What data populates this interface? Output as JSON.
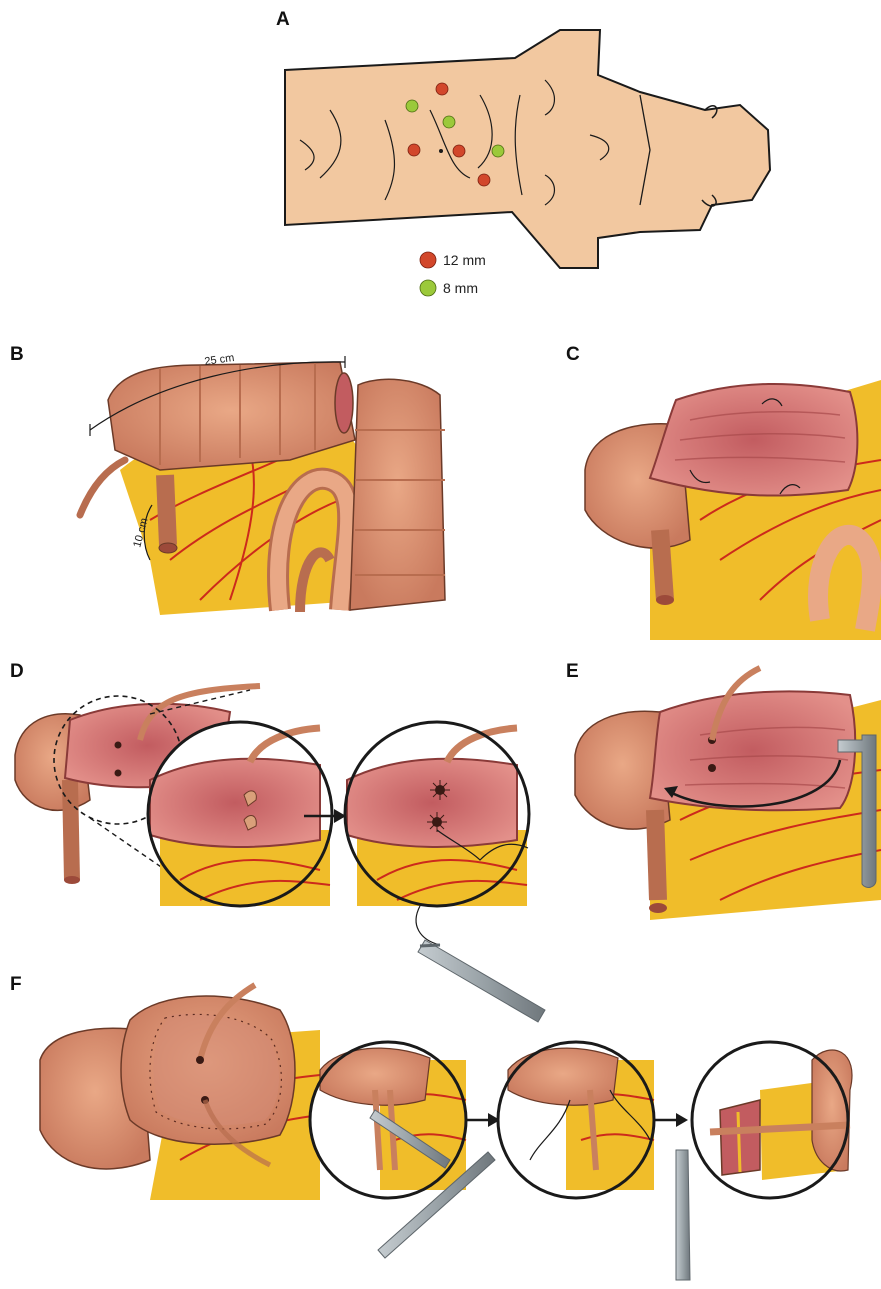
{
  "panels": {
    "a": {
      "label": "A"
    },
    "b": {
      "label": "B",
      "measure_top": "25 cm",
      "measure_side": "10 cm"
    },
    "c": {
      "label": "C"
    },
    "d": {
      "label": "D"
    },
    "e": {
      "label": "E"
    },
    "f": {
      "label": "F"
    }
  },
  "legend": [
    {
      "text": "12 mm",
      "color": "#d2472b"
    },
    {
      "text": "8 mm",
      "color": "#9bc93a"
    }
  ],
  "colors": {
    "skin": "#f2c8a0",
    "bowel": "#e6a07a",
    "bowel_dark": "#c97a5e",
    "mucosa": "#c8696a",
    "mesentery": "#f0bd2a",
    "vessel": "#cc2a1c",
    "instrument": "#9aa3a8"
  }
}
